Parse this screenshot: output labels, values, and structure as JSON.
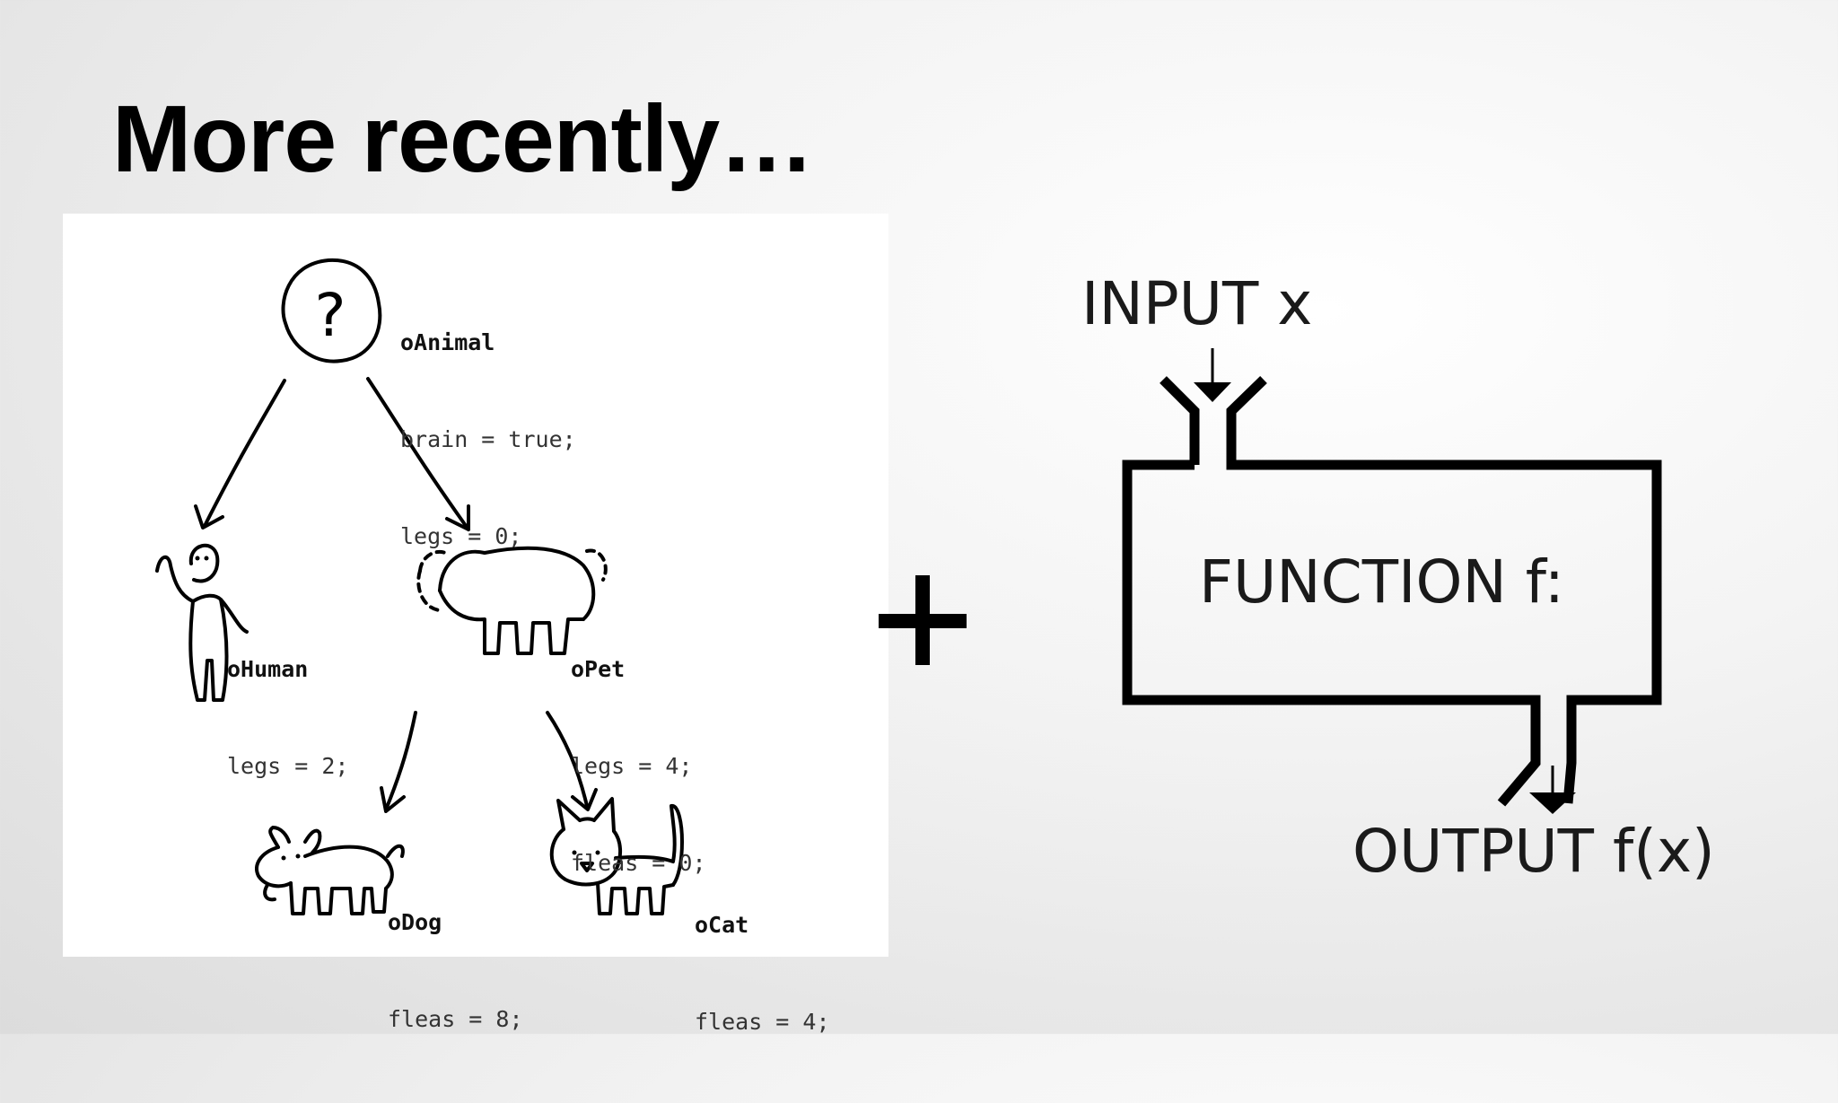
{
  "slide": {
    "title": "More recently…"
  },
  "inheritance": {
    "animal": {
      "name": "oAnimal",
      "props": [
        "brain = true;",
        "legs = 0;"
      ]
    },
    "human": {
      "name": "oHuman",
      "props": [
        "legs = 2;"
      ]
    },
    "pet": {
      "name": "oPet",
      "props": [
        "legs = 4;",
        "fleas = 0;"
      ]
    },
    "dog": {
      "name": "oDog",
      "props": [
        "fleas = 8;"
      ]
    },
    "cat": {
      "name": "oCat",
      "props": [
        "fleas = 4;"
      ]
    },
    "animal_symbol": "?"
  },
  "operator": "+",
  "function_diagram": {
    "input_label": "INPUT x",
    "function_label": "FUNCTION f:",
    "output_label": "OUTPUT f(x)"
  }
}
